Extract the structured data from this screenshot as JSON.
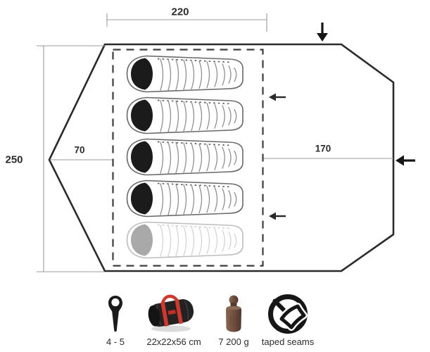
{
  "diagram": {
    "name": "tent floor plan",
    "dimensions": {
      "top_width": "220",
      "left_height": "250",
      "apex_depth": "70",
      "vestibule_depth": "170"
    },
    "sleeping_bags": {
      "solid": 4,
      "ghost": 1
    },
    "colors": {
      "outline": "#2b2b2b",
      "dimension_line": "#9b9b9b",
      "dashed_inner": "#3d3d3d",
      "bag_hood": "#1b1b1b",
      "ghost_gray": "#a9a9a9",
      "strap_red": "#d2372b",
      "weight_brown": "#6e4e3e"
    }
  },
  "legend": {
    "items": [
      {
        "icon": "tent-peg-icon",
        "label": "4 - 5"
      },
      {
        "icon": "carry-bag-icon",
        "label": "22x22x56 cm"
      },
      {
        "icon": "weight-icon",
        "label": "7 200 g"
      },
      {
        "icon": "taped-seams-icon",
        "label": "taped seams"
      }
    ]
  }
}
